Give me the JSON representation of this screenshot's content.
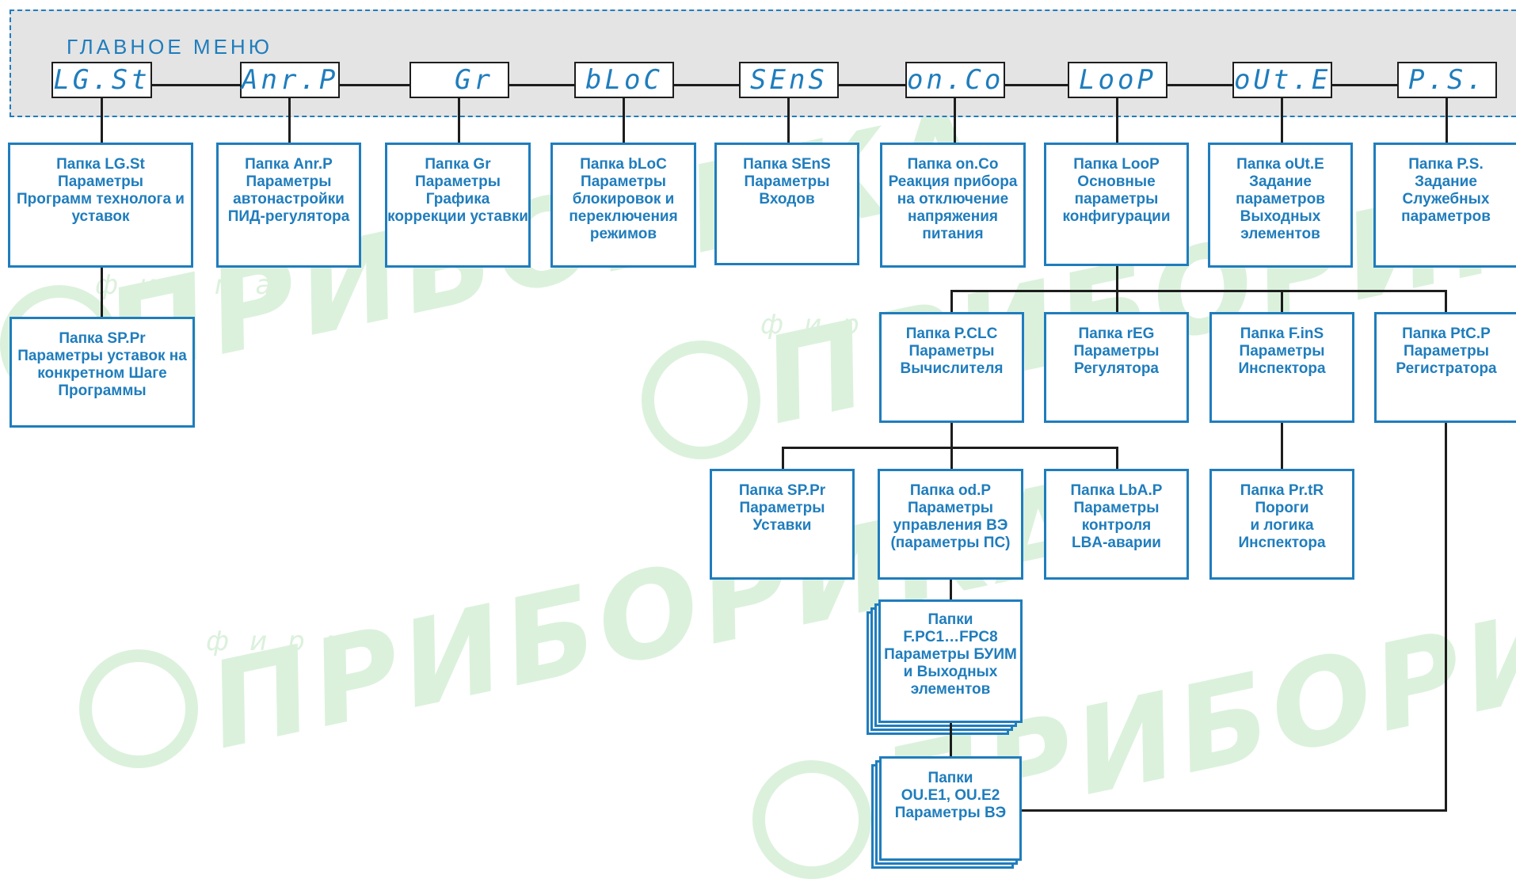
{
  "menu": {
    "title": "ГЛАВНОЕ МЕНЮ",
    "codes": [
      "LG.St",
      "Anr.P",
      "Gr",
      "bLoC",
      "SEnS",
      "on.Co",
      "LooP",
      "oUt.E",
      "P.S."
    ]
  },
  "watermark": {
    "brand": "ПРИБОРИКА",
    "prefix": "фирма"
  },
  "folders": {
    "lgst": [
      "Папка LG.St",
      "Параметры",
      "Программ технолога и",
      "уставок"
    ],
    "anrp": [
      "Папка Anr.P",
      "Параметры",
      "автонастройки",
      "ПИД-регулятора"
    ],
    "gr": [
      "Папка Gr",
      "Параметры",
      "Графика",
      "коррекции уставки"
    ],
    "bloc": [
      "Папка bLoC",
      "Параметры",
      "блокировок и",
      "переключения",
      "режимов"
    ],
    "sens": [
      "Папка SEnS",
      "Параметры",
      "Входов"
    ],
    "onco": [
      "Папка on.Co",
      "Реакция прибора",
      "на отключение",
      "напряжения",
      "питания"
    ],
    "loop": [
      "Папка LooP",
      "Основные",
      "параметры",
      "конфигурации"
    ],
    "oute": [
      "Папка oUt.E",
      "Задание",
      "параметров",
      "Выходных",
      "элементов"
    ],
    "ps": [
      "Папка P.S.",
      "Задание",
      "Служебных",
      "параметров"
    ],
    "sppr1": [
      "Папка SP.Pr",
      "Параметры уставок на",
      "конкретном Шаге",
      "Программы"
    ],
    "pclc": [
      "Папка P.CLC",
      "Параметры",
      "Вычислителя"
    ],
    "reg": [
      "Папка rEG",
      "Параметры",
      "Регулятора"
    ],
    "fins": [
      "Папка F.inS",
      "Параметры",
      "Инспектора"
    ],
    "ptcp": [
      "Папка PtC.P",
      "Параметры",
      "Регистратора"
    ],
    "sppr2": [
      "Папка SP.Pr",
      "Параметры",
      "Уставки"
    ],
    "odp": [
      "Папка od.P",
      "Параметры",
      "управления ВЭ",
      "(параметры ПС)"
    ],
    "lbap": [
      "Папка LbA.P",
      "Параметры",
      "контроля",
      "LBA-аварии"
    ],
    "prtr": [
      "Папка Pr.tR",
      "Пороги",
      "и логика",
      "Инспектора"
    ],
    "fpc": [
      "Папки",
      "F.PC1…FPC8",
      "Параметры БУИМ",
      "и Выходных",
      "элементов"
    ],
    "oue": [
      "Папки",
      "OU.E1, OU.E2",
      "Параметры ВЭ"
    ]
  },
  "colors": {
    "accent": "#1f7dbd",
    "line": "#1d1d1d",
    "band": "#e4e4e4",
    "watermark": "#dbf1dc"
  }
}
